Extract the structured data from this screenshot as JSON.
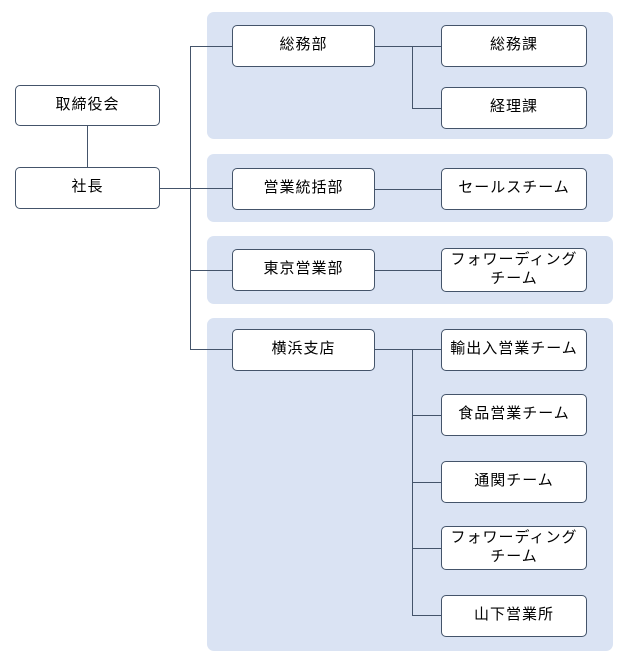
{
  "org_chart": {
    "board": {
      "label": "取締役会"
    },
    "president": {
      "label": "社長"
    },
    "groups": [
      {
        "dept": {
          "label": "総務部"
        },
        "teams": [
          {
            "label": "総務課"
          },
          {
            "label": "経理課"
          }
        ]
      },
      {
        "dept": {
          "label": "営業統括部"
        },
        "teams": [
          {
            "label": "セールスチーム"
          }
        ]
      },
      {
        "dept": {
          "label": "東京営業部"
        },
        "teams": [
          {
            "label": "フォワーディング\nチーム"
          }
        ]
      },
      {
        "dept": {
          "label": "横浜支店"
        },
        "teams": [
          {
            "label": "輸出入営業チーム"
          },
          {
            "label": "食品営業チーム"
          },
          {
            "label": "通関チーム"
          },
          {
            "label": "フォワーディング\nチーム"
          },
          {
            "label": "山下営業所"
          }
        ]
      }
    ],
    "colors": {
      "panel_bg": "#dae3f3",
      "box_bg": "#ffffff",
      "box_border": "#44546a",
      "connector_line": "#44546a",
      "text": "#000000"
    }
  }
}
